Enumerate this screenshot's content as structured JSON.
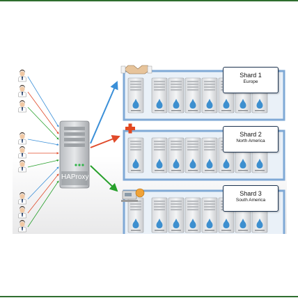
{
  "proxy": {
    "label": "HAProxy"
  },
  "shards": [
    {
      "title": "Shard 1",
      "region": "Europe"
    },
    {
      "title": "Shard 2",
      "region": "North America"
    },
    {
      "title": "Shard 3",
      "region": "South America"
    }
  ],
  "colors": {
    "rack_border": "#7fa9d6",
    "rack_fill": "#eaf1f8",
    "arrow_top": "#3a8fd8",
    "arrow_mid": "#e04a2a",
    "arrow_bot": "#27a02b",
    "label_border": "#1e3450"
  },
  "icons": [
    "user-icon",
    "server-icon",
    "handshake-icon",
    "medical-cross-icon",
    "retail-icon"
  ]
}
